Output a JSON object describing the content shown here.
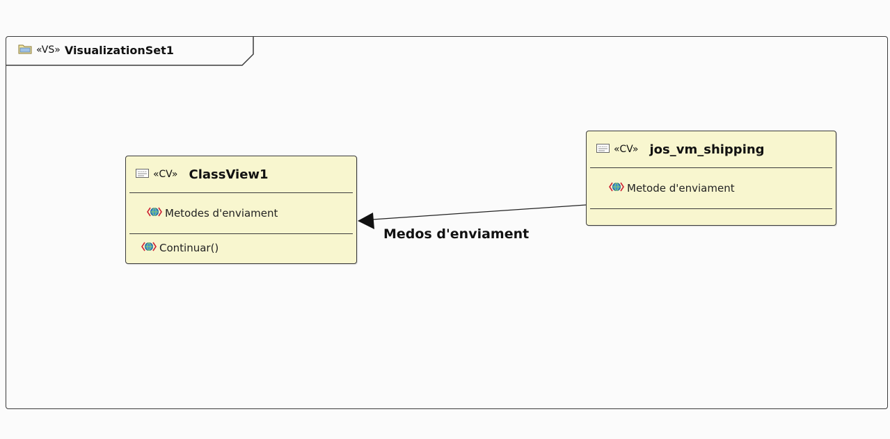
{
  "package": {
    "stereotype": "«VS»",
    "name": "VisualizationSet1",
    "icon": "package-folder-icon"
  },
  "classes": [
    {
      "stereotype": "«CV»",
      "name": "ClassView1",
      "icon": "class-view-icon",
      "attributes": [
        "Metodes d'enviament"
      ],
      "operations": [
        "Continuar()"
      ]
    },
    {
      "stereotype": "«CV»",
      "name": "jos_vm_shipping",
      "icon": "class-view-icon",
      "attributes": [
        "Metode d'enviament"
      ],
      "operations": []
    }
  ],
  "association": {
    "label": "Medos d'enviament",
    "from": "jos_vm_shipping",
    "to": "ClassView1"
  },
  "colors": {
    "class_fill": "#f8f6cf",
    "border": "#3a3a3a",
    "background": "#fbfbfb"
  }
}
